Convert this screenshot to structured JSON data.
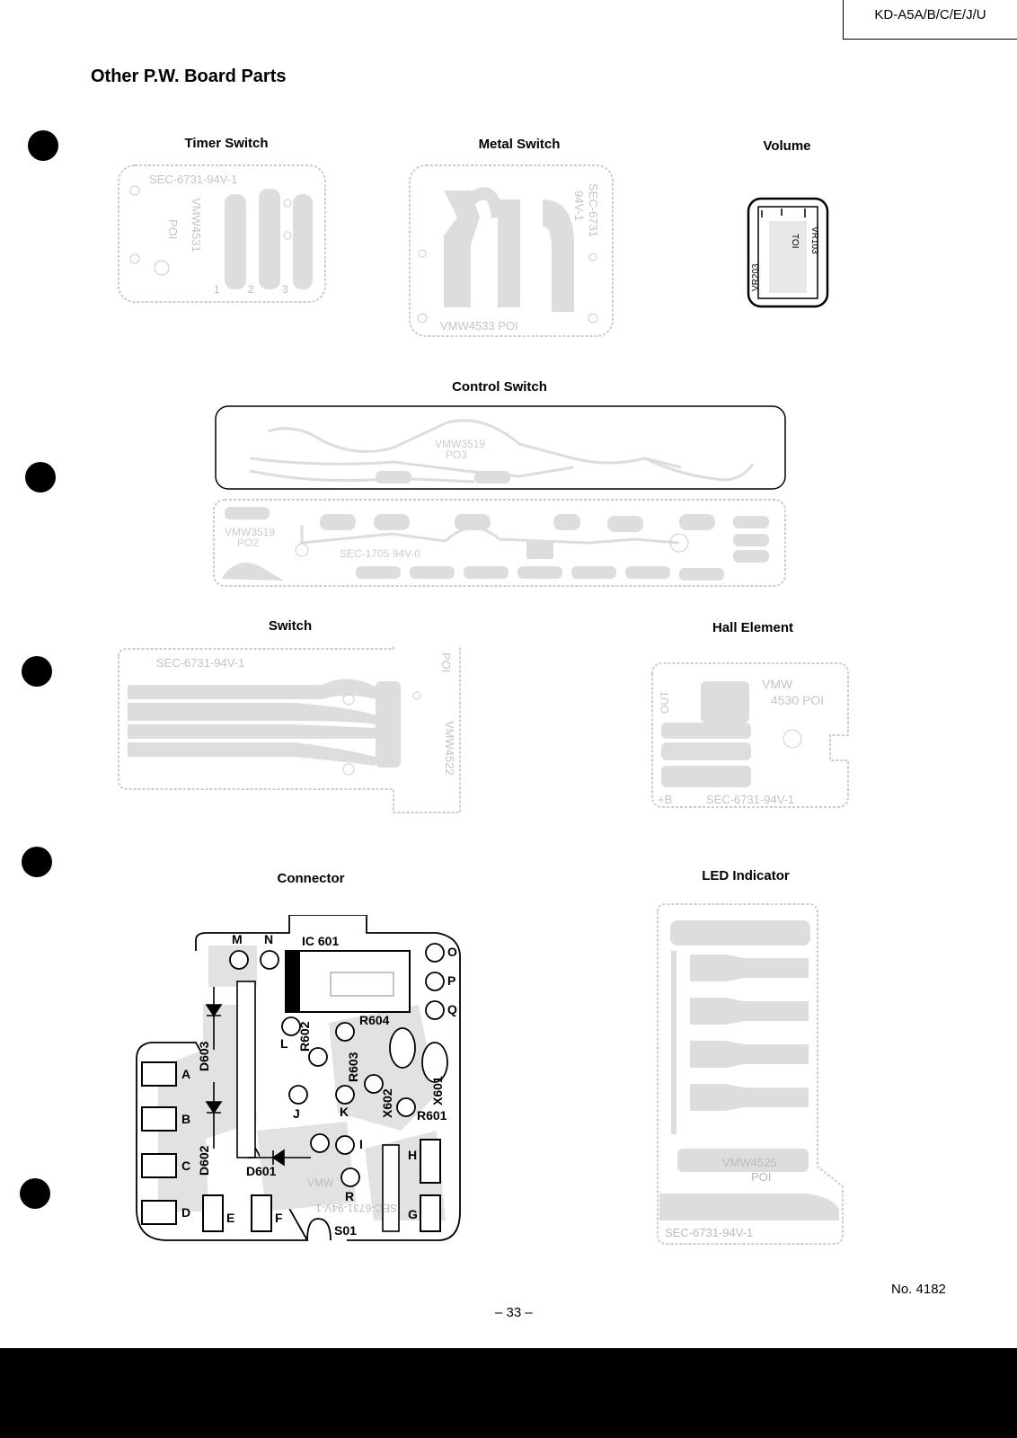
{
  "header": {
    "model": "KD-A5A/B/C/E/J/U"
  },
  "page": {
    "section_title": "Other P.W. Board Parts",
    "doc_number": "No. 4182",
    "page_number": "– 33 –"
  },
  "boards": {
    "timer_switch": {
      "caption": "Timer Switch",
      "code": "SEC-6731-94V-1",
      "part": "VMW4531",
      "rev": "POI",
      "pins": [
        "1",
        "2",
        "3"
      ]
    },
    "metal_switch": {
      "caption": "Metal Switch",
      "code_a": "SEC-6731",
      "code_b": "94V-1",
      "part": "VMW4533 POI"
    },
    "volume": {
      "caption": "Volume",
      "label_a": "VR103",
      "label_b": "VR203",
      "label_c": "TOI"
    },
    "control_switch": {
      "caption": "Control Switch",
      "part_top": "VMW3519",
      "rev_top": "PO3",
      "part_bottom": "VMW3519",
      "rev_bottom": "PO2",
      "code": "SEC-1705 94V-0"
    },
    "switch": {
      "caption": "Switch",
      "code": "SEC-6731-94V-1",
      "part": "VMW4522",
      "rev": "POI"
    },
    "hall_element": {
      "caption": "Hall Element",
      "out": "OUT",
      "part": "VMW",
      "part_num": "4530 POI",
      "plus_b": "+B",
      "code": "SEC-6731-94V-1"
    },
    "connector": {
      "caption": "Connector",
      "ic": "IC 601",
      "labels": [
        "M",
        "N",
        "O",
        "P",
        "Q",
        "L",
        "R602",
        "R604",
        "R603",
        "X602",
        "X601",
        "R601",
        "J",
        "K",
        "I",
        "H",
        "G",
        "R",
        "D601",
        "D602",
        "D603",
        "A",
        "B",
        "C",
        "D",
        "E",
        "F",
        "S01"
      ],
      "silk": "VMW",
      "silk2": "SEC-6731-94V-1"
    },
    "led_indicator": {
      "caption": "LED Indicator",
      "part": "VMW4525",
      "rev": "POI",
      "code": "SEC-6731-94V-1"
    }
  }
}
